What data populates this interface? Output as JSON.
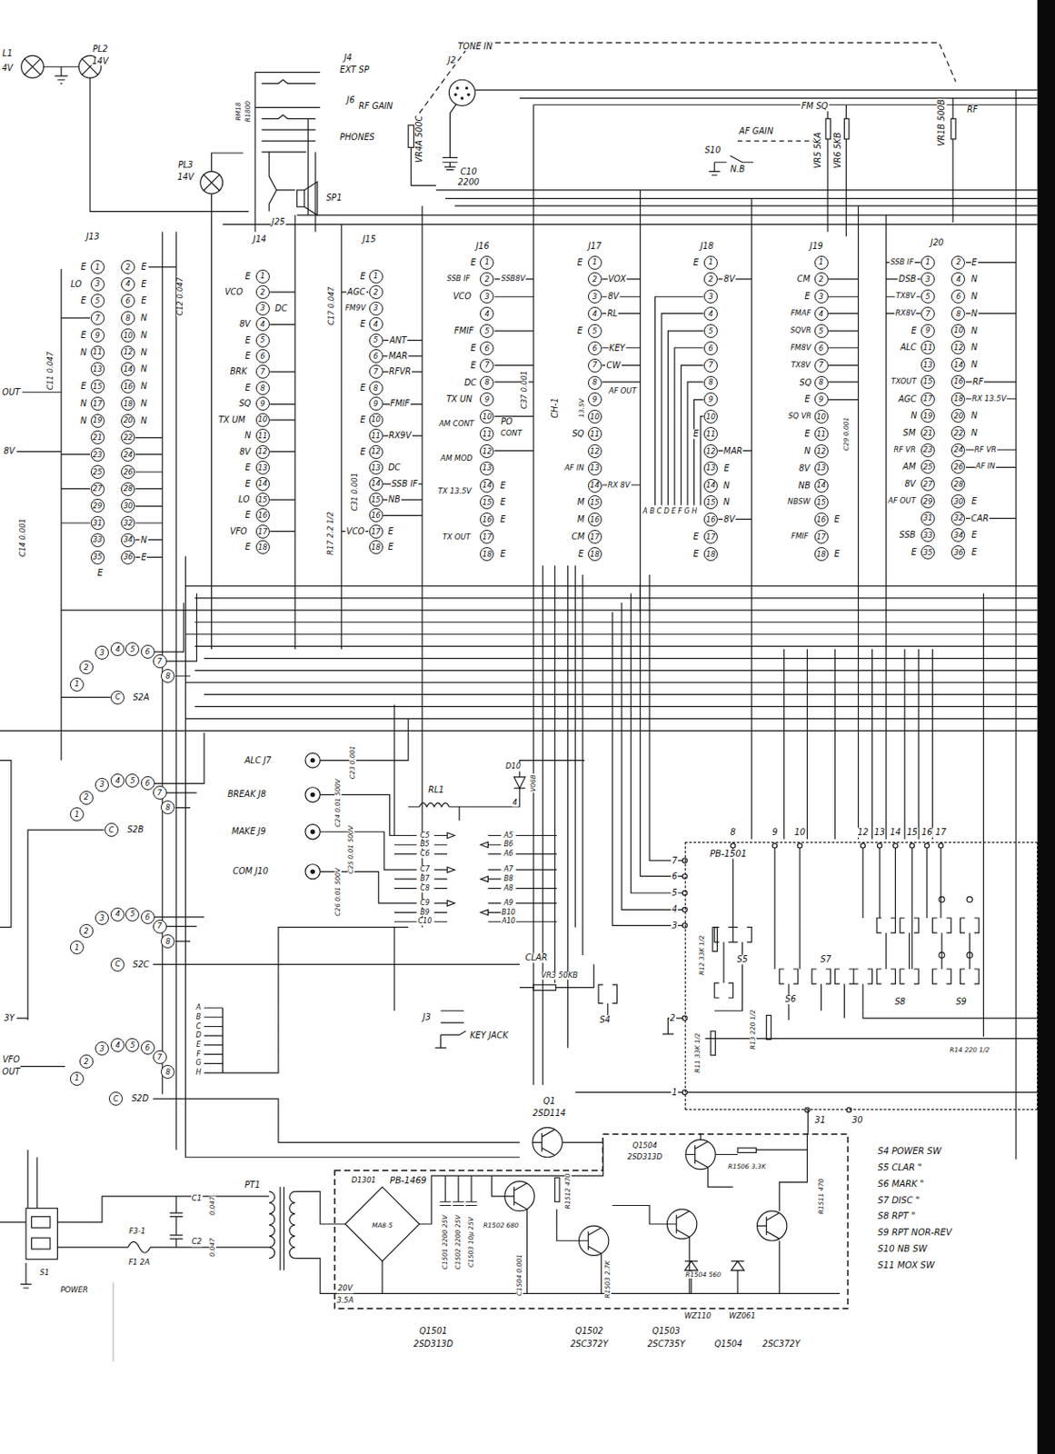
{
  "diagram": {
    "nodes": [
      {
        "text": [
          "PB-1501"
        ]
      },
      {
        "text": [
          "PB-1469"
        ]
      }
    ],
    "edges": [
      {
        "from": 1,
        "to": 0,
        "arrow": "none"
      }
    ],
    "labels": [
      "L1",
      "4V",
      "PL2",
      "14V",
      "TONE IN",
      "J2",
      "J4",
      "EXT SP",
      "J6",
      "PHONES",
      "RF GAIN",
      "VR4A 500C",
      "C10",
      "2200",
      "RM18",
      "R1800",
      "PL3",
      "14V",
      "J25",
      "SP1",
      "AF GAIN",
      "S10",
      "N.B",
      "FM SQ",
      "VR5 5KA",
      "VR6 5KB",
      "VR1B 500B",
      "RF",
      "J13",
      "J14",
      "J15",
      "J16",
      "J17",
      "J18",
      "J19",
      "J20",
      "1",
      "3",
      "5",
      "7",
      "9",
      "11",
      "13",
      "15",
      "17",
      "19",
      "21",
      "23",
      "25",
      "27",
      "29",
      "31",
      "33",
      "35",
      "2",
      "4",
      "6",
      "8",
      "10",
      "12",
      "14",
      "16",
      "18",
      "20",
      "22",
      "24",
      "26",
      "28",
      "30",
      "32",
      "34",
      "36",
      "E",
      "LO",
      "E",
      "E",
      "N",
      "E",
      "N",
      "N",
      "E",
      "E",
      "E",
      "N",
      "N",
      "N",
      "N",
      "N",
      "N",
      "N",
      "N",
      "E",
      "E",
      "1",
      "2",
      "3",
      "4",
      "5",
      "6",
      "7",
      "8",
      "9",
      "10",
      "11",
      "12",
      "13",
      "14",
      "15",
      "16",
      "17",
      "18",
      "E",
      "VCO",
      "DC",
      "8V",
      "E",
      "E",
      "BRK",
      "E",
      "SQ",
      "TX UM",
      "N",
      "8V",
      "E",
      "E",
      "LO",
      "E",
      "VFO",
      "E",
      "1",
      "2",
      "3",
      "4",
      "5",
      "6",
      "7",
      "8",
      "9",
      "10",
      "11",
      "12",
      "13",
      "14",
      "15",
      "16",
      "17",
      "18",
      "E",
      "AGC",
      "FM9V",
      "E",
      "E",
      "E",
      "E",
      "VCO",
      "ANT",
      "MAR",
      "RFVR",
      "FMIF",
      "RX9V",
      "DC",
      "SSB IF",
      "NB",
      "E",
      "E",
      "1",
      "2",
      "3",
      "4",
      "5",
      "6",
      "7",
      "8",
      "9",
      "10",
      "11",
      "12",
      "13",
      "14",
      "15",
      "16",
      "17",
      "18",
      "E",
      "SSB IF",
      "VCO",
      "FMIF",
      "E",
      "E",
      "DC",
      "TX UN",
      "AM CONT",
      "AM MOD",
      "TX 13.5V",
      "TX OUT",
      "SSB8V",
      "C37 0.001",
      "PO",
      "CONT",
      "E",
      "E",
      "E",
      "E",
      "1",
      "2",
      "3",
      "4",
      "5",
      "6",
      "7",
      "8",
      "9",
      "10",
      "11",
      "12",
      "13",
      "14",
      "15",
      "16",
      "17",
      "18",
      "E",
      "E",
      "13.5V",
      "SQ",
      "AF IN",
      "M",
      "M",
      "CM",
      "E",
      "VOX",
      "8V",
      "RL",
      "KEY",
      "CW",
      "AF OUT",
      "RX 8V",
      "CH-1",
      "1",
      "2",
      "3",
      "4",
      "5",
      "6",
      "7",
      "8",
      "9",
      "10",
      "11",
      "12",
      "13",
      "14",
      "15",
      "16",
      "17",
      "18",
      "E",
      "8V",
      "E",
      "MAR",
      "E",
      "N",
      "N",
      "8V",
      "E",
      "E",
      "A B C D E F G H",
      "1",
      "2",
      "3",
      "4",
      "5",
      "6",
      "7",
      "8",
      "9",
      "10",
      "11",
      "12",
      "13",
      "14",
      "15",
      "16",
      "17",
      "18",
      "CM",
      "E",
      "FMAF",
      "SQVR",
      "FM8V",
      "TX8V",
      "SQ",
      "E",
      "SQ VR",
      "E",
      "N",
      "8V",
      "NB",
      "NBSW",
      "FMIF",
      "E",
      "E",
      "C29 0.001",
      "1",
      "3",
      "5",
      "7",
      "9",
      "11",
      "13",
      "15",
      "17",
      "19",
      "21",
      "23",
      "25",
      "27",
      "29",
      "31",
      "33",
      "35",
      "2",
      "4",
      "6",
      "8",
      "10",
      "12",
      "14",
      "16",
      "18",
      "20",
      "22",
      "24",
      "26",
      "28",
      "30",
      "32",
      "34",
      "36",
      "SSB IF",
      "DSB",
      "TX8V",
      "RX8V",
      "E",
      "ALC",
      "TXOUT",
      "AGC",
      "N",
      "SM",
      "RF VR",
      "AM",
      "8V",
      "AF OUT",
      "SSB",
      "E",
      "E",
      "N",
      "N",
      "N",
      "N",
      "N",
      "N",
      "RF",
      "RX 13.5V",
      "N",
      "N",
      "RF VR",
      "AF IN",
      "E",
      "CAR",
      "E",
      "E",
      "C11 0.047",
      "C12 0.047",
      "C17 0.047",
      "C31 0.001",
      "R17 2.2 1/2",
      "C14 0.001",
      "OUT",
      "8V",
      "3Y",
      "VFO",
      "OUT",
      "1",
      "2",
      "3",
      "4",
      "5",
      "6",
      "7",
      "8",
      "C",
      "S2A",
      "1",
      "2",
      "3",
      "4",
      "5",
      "6",
      "7",
      "8",
      "C",
      "S2B",
      "1",
      "2",
      "3",
      "4",
      "5",
      "6",
      "7",
      "8",
      "C",
      "S2C",
      "1",
      "2",
      "3",
      "4",
      "5",
      "6",
      "7",
      "8",
      "C",
      "S2D",
      "A",
      "B",
      "C",
      "D",
      "E",
      "F",
      "G",
      "H",
      "ALC J7",
      "BREAK J8",
      "MAKE J9",
      "COM J10",
      "C23 0.001",
      "C24 0.01 500V",
      "C25 0.01 500V",
      "C26 0.01 500V",
      "RL1",
      "D10",
      "V06B",
      "4",
      "C5",
      "B5",
      "C6",
      "C7",
      "B7",
      "C8",
      "C9",
      "B9",
      "C10",
      "A5",
      "B6",
      "A6",
      "A7",
      "B8",
      "A8",
      "A9",
      "B10",
      "A10",
      "CLAR",
      "VR3 50KB",
      "J3",
      "KEY JACK",
      "S4",
      "8",
      "9",
      "10",
      "12",
      "13",
      "14",
      "15",
      "16",
      "17",
      "7",
      "6",
      "5",
      "4",
      "3",
      "2",
      "1",
      "31",
      "30",
      "S5",
      "S6",
      "S7",
      "S8",
      "S9",
      "R12 33K 1/2",
      "R11 33K 1/2",
      "R13 220 1/2",
      "R14 220 1/2",
      "Q1",
      "2SD114",
      "D1301",
      "MA8-5",
      "Q1504",
      "2SD313D",
      "Q1501",
      "2SD313D",
      "Q1502",
      "2SC372Y",
      "Q1503",
      "2SC735Y",
      "WZ110",
      "WZ061",
      "Q1504",
      "2SC372Y",
      "PT1",
      "20V",
      "3.5A",
      "C1",
      "C2",
      "0.047",
      "0.047",
      "F3-1",
      "F1 2A",
      "S1",
      "POWER",
      "C1501 2200 25V",
      "C1502 2200 25V",
      "C1503 10μ 25V",
      "R1502 680",
      "R1512 470",
      "C1504 0.001",
      "R1503 2.7K",
      "R1504 560",
      "R1506 3.3K",
      "R1511 470",
      "S4 POWER SW",
      "S5 CLAR \"",
      "S6 MARK \"",
      "S7 DISC \"",
      "S8 RPT \"",
      "S9 RPT NOR-REV",
      "S10 NB SW",
      "S11 MOX SW"
    ]
  }
}
